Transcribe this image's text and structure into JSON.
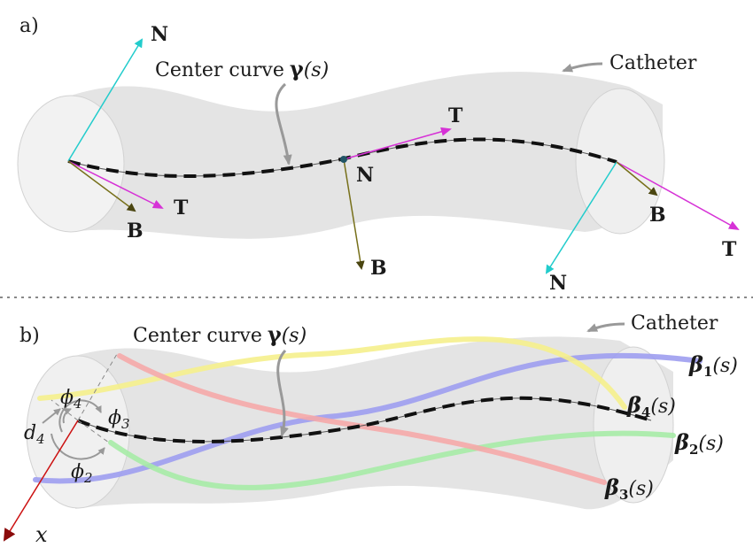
{
  "panel_a": {
    "label": "a)",
    "catheter_label": "Catheter",
    "center_curve_label": "Center curve",
    "gamma": "γ",
    "gamma_arg": "(s)",
    "frames": [
      {
        "N": "N",
        "T": "T",
        "B": "B"
      },
      {
        "N": "N",
        "T": "T",
        "B": "B"
      },
      {
        "N": "N",
        "T": "T",
        "B": "B"
      }
    ]
  },
  "panel_b": {
    "label": "b)",
    "catheter_label": "Catheter",
    "center_curve_label": "Center curve",
    "gamma": "γ",
    "gamma_arg": "(s)",
    "axis_label": "x",
    "distance_label": "d",
    "distance_sub": "4",
    "angles": [
      {
        "sym": "ϕ",
        "sub": "4"
      },
      {
        "sym": "ϕ",
        "sub": "3"
      },
      {
        "sym": "ϕ",
        "sub": "2"
      }
    ],
    "wires": [
      {
        "sym": "β",
        "sub": "1",
        "arg": "(s)",
        "color": "#9d9df0"
      },
      {
        "sym": "β",
        "sub": "4",
        "arg": "(s)",
        "color": "#f5f08c"
      },
      {
        "sym": "β",
        "sub": "2",
        "arg": "(s)",
        "color": "#a6eba6"
      },
      {
        "sym": "β",
        "sub": "3",
        "arg": "(s)",
        "color": "#f5a8a8"
      }
    ]
  },
  "colors": {
    "normal": "#22cccc",
    "tangent": "#d632d6",
    "binormal": "#77701a",
    "axis_x": "#cc1111",
    "tube": "#e4e4e4",
    "arrow_gray": "#999999"
  }
}
